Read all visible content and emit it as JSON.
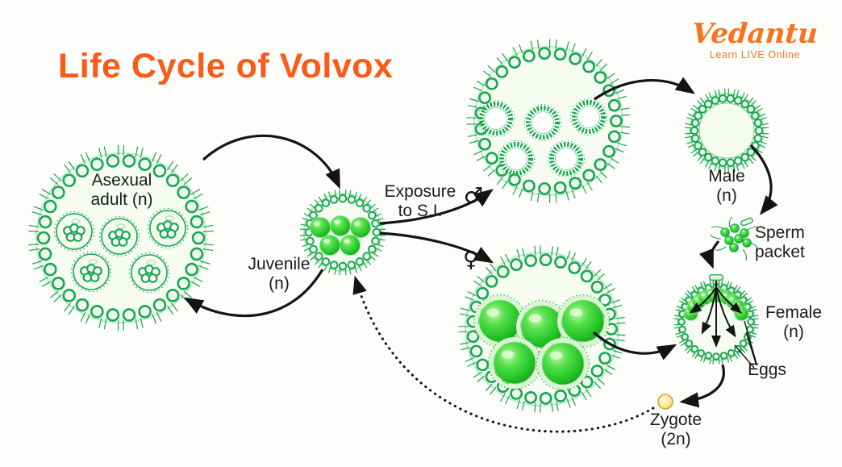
{
  "title": "Life Cycle of Volvox",
  "brand": {
    "name": "Vedantu",
    "tagline": "Learn LIVE Online"
  },
  "labels": {
    "asexual_adult": {
      "line1": "Asexual",
      "line2": "adult (n)"
    },
    "juvenile": {
      "line1": "Juvenile",
      "line2": "(n)"
    },
    "exposure": {
      "line1": "Exposure",
      "line2": "to S.I."
    },
    "male": {
      "line1": "Male",
      "line2": "(n)"
    },
    "sperm_packet": {
      "line1": "Sperm",
      "line2": "packet"
    },
    "female": {
      "line1": "Female",
      "line2": "(n)"
    },
    "eggs": "Eggs",
    "zygote": {
      "line1": "Zygote",
      "line2": "(2n)"
    }
  },
  "symbols": {
    "male": "♂",
    "female": "♀"
  },
  "colors": {
    "accent_orange": "#fb5a17",
    "logo_orange": "#f8731c",
    "text": "#1b1b1b",
    "arrow": "#141414",
    "cell_green": "#17a74e",
    "cell_fill": "#eefaf0",
    "colony_fill": "#f7fcf2",
    "membrane": "#bfe7c8",
    "egg_rim": "#d9f4cf",
    "sphere_stops": [
      "#c9f7ae",
      "#56e04e",
      "#22c226",
      "#0e9a16"
    ],
    "zygote_stops": [
      "#fffbe2",
      "#ffe98f",
      "#f3c75c"
    ],
    "zygote_stroke": "#d89f3a"
  }
}
